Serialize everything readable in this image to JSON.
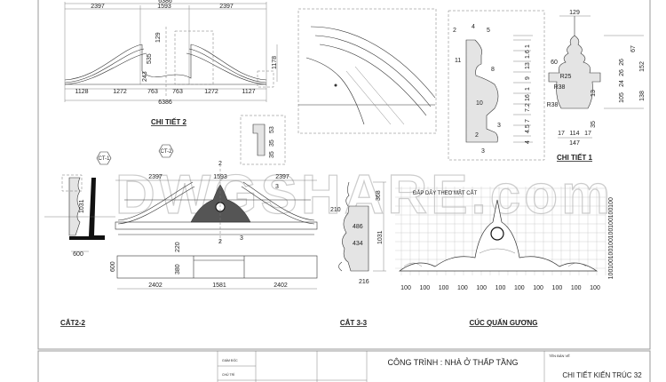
{
  "sheet": {
    "details": {
      "chi_tiet_2": {
        "title": "CHI TIẾT 2",
        "top_dims": [
          "2397",
          "1593",
          "2397"
        ],
        "overall": "6386",
        "bottom_dims": [
          "1128",
          "1272",
          "763",
          "763",
          "1272",
          "1127"
        ],
        "vertical_dims": [
          "129",
          "535",
          "243",
          "1178"
        ],
        "callout_dims": [
          "53",
          "35",
          "35"
        ]
      },
      "profile_section": {
        "dims": [
          "2",
          "4",
          "5",
          "11",
          "8",
          "10",
          "3",
          "2",
          "3"
        ],
        "right_dims": [
          "1",
          "1.6",
          "13",
          "9",
          "1",
          "16",
          "7.2",
          "7",
          "4.5",
          "4"
        ]
      },
      "chi_tiet_1": {
        "title": "CHI TIẾT 1",
        "dims": [
          "129",
          "67",
          "26",
          "26",
          "152",
          "24",
          "105",
          "138",
          "13",
          "35",
          "17",
          "114",
          "17",
          "147",
          "60",
          "R25",
          "R38",
          "R38"
        ]
      },
      "cat_2_2": {
        "title": "CẮT2-2",
        "tags": [
          "CT-1",
          "CT-2"
        ],
        "height": "1031",
        "width": "600"
      },
      "elevation": {
        "top_dims": [
          "2397",
          "1593",
          "2397"
        ],
        "section_marks": [
          "2",
          "2",
          "3",
          "3"
        ],
        "vertical_dims": [
          "220",
          "380",
          "600"
        ],
        "bottom_dims": [
          "2402",
          "1581",
          "2402"
        ]
      },
      "cat_3_3": {
        "title": "CẮT 3-3",
        "dims": [
          "368",
          "210",
          "486",
          "434",
          "1031",
          "216"
        ]
      },
      "cuc_quan_guong": {
        "title": "CÚC QUẤN GƯƠNG",
        "note": "ĐẮP DÂY THEO MẶT CẮT",
        "grid_x_labels": [
          "100",
          "100",
          "100",
          "100",
          "100",
          "100",
          "100",
          "100",
          "100",
          "100",
          "100"
        ],
        "grid_y_labels": [
          "100",
          "100",
          "100",
          "100",
          "100",
          "100",
          "100",
          "100"
        ]
      }
    },
    "watermark": "DWGSHARE.com",
    "title_block": {
      "giam_doc": "GIÁM ĐỐC",
      "chu_tri": "CHỦ TRÌ",
      "project": "CÔNG TRÌNH : NHÀ Ở THẤP TẦNG",
      "drawing_name_label": "TÊN BẢN VẼ",
      "drawing_name": "CHI TIẾT KIẾN TRÚC 32"
    }
  }
}
